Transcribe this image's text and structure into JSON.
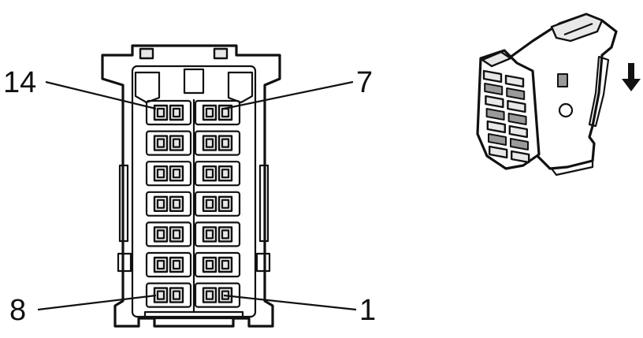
{
  "pin_labels": {
    "top_left": "14",
    "top_right": "7",
    "bottom_left": "8",
    "bottom_right": "1"
  },
  "connector": {
    "rows": 7,
    "columns": 2,
    "insertion_arrow": "arrow-down-icon"
  },
  "colors": {
    "line": "#111111",
    "fill_light": "#e8e8e8",
    "fill_dark": "#9a9a9a",
    "background": "#ffffff"
  }
}
